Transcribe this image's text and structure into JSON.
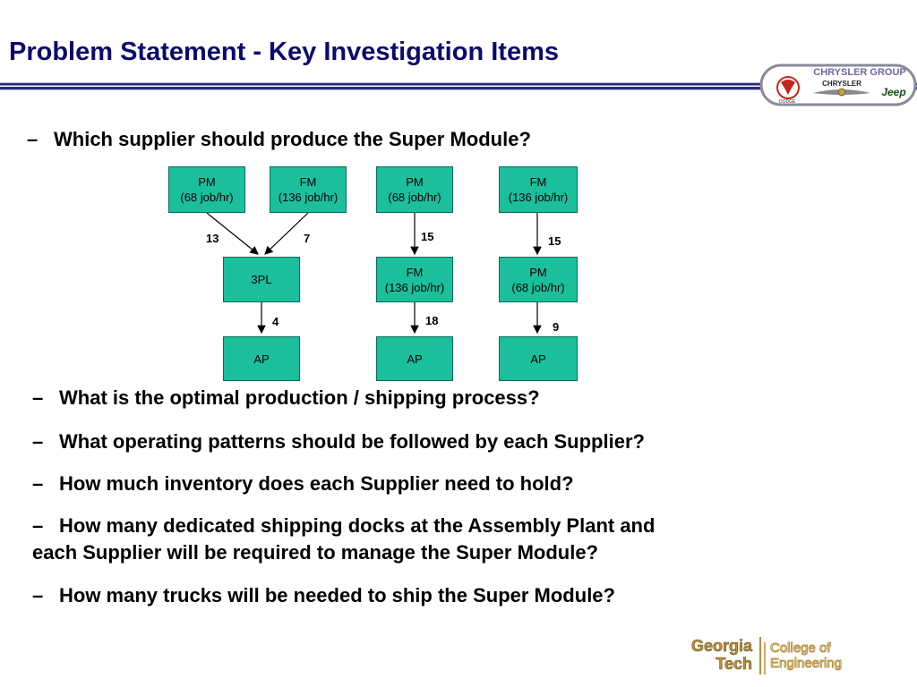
{
  "header": {
    "title": "Problem Statement - Key Investigation Items"
  },
  "brand": {
    "group": "CHRYSLER GROUP",
    "chrysler": "CHRYSLER",
    "jeep": "Jeep",
    "dodge": "DODGE",
    "gt_line1": "Georgia",
    "gt_line2": "Tech",
    "coe_line1": "College of",
    "coe_line2": "Engineering"
  },
  "bullets": {
    "dash": "–",
    "b1": "Which supplier should produce the Super Module?",
    "b2": "What is the optimal production / shipping process?",
    "b3": "What operating patterns should be followed by each Supplier?",
    "b4": "How much inventory does each Supplier need to hold?",
    "b5_line1": "How many dedicated shipping docks at the Assembly Plant and",
    "b5_line2": "each Supplier will be required to manage the Super Module?",
    "b6": "How many trucks will be needed to ship the Super Module?"
  },
  "diagram": {
    "box_color": "#1bbf9b",
    "option1": {
      "pm": {
        "name": "PM",
        "rate": "(68 job/hr)"
      },
      "fm": {
        "name": "FM",
        "rate": "(136 job/hr)"
      },
      "mid": {
        "name": "3PL"
      },
      "end": {
        "name": "AP"
      },
      "pm_to_mid": "13",
      "fm_to_mid": "7",
      "mid_to_end": "4"
    },
    "option2": {
      "top": {
        "name": "PM",
        "rate": "(68 job/hr)"
      },
      "mid": {
        "name": "FM",
        "rate": "(136 job/hr)"
      },
      "end": {
        "name": "AP"
      },
      "top_to_mid": "15",
      "mid_to_end": "18"
    },
    "option3": {
      "top": {
        "name": "FM",
        "rate": "(136 job/hr)"
      },
      "mid": {
        "name": "PM",
        "rate": "(68 job/hr)"
      },
      "end": {
        "name": "AP"
      },
      "top_to_mid": "15",
      "mid_to_end": "9"
    }
  }
}
